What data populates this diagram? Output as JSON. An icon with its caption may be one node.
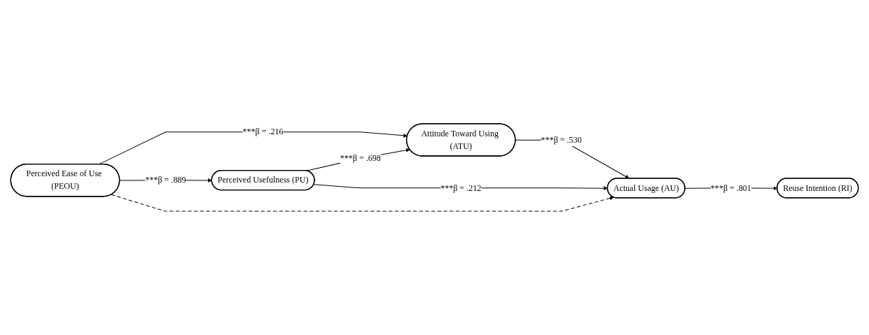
{
  "diagram": {
    "nodes": [
      {
        "text": [
          "Perceived Ease of Use (PEOU)"
        ]
      },
      {
        "text": [
          "Perceived Usefulness (PU)"
        ]
      },
      {
        "text": [
          "Attitude Toward Using (ATU)"
        ]
      },
      {
        "text": [
          "Actual Usage (AU)"
        ]
      },
      {
        "text": [
          "Reuse Intention (RI)"
        ]
      }
    ],
    "edges": [
      {
        "from": 0,
        "to": 2,
        "arrow": "to",
        "label": "***β = .216"
      },
      {
        "from": 0,
        "to": 1,
        "arrow": "to",
        "label": "***β = .889"
      },
      {
        "from": 1,
        "to": 2,
        "arrow": "to",
        "label": "***β = .698"
      },
      {
        "from": 1,
        "to": 3,
        "arrow": "to",
        "label": "***β = .212"
      },
      {
        "from": 0,
        "to": 3,
        "arrow": "to",
        "style": "dashed"
      },
      {
        "from": 2,
        "to": 3,
        "arrow": "to",
        "label": "***β = .530"
      },
      {
        "from": 3,
        "to": 4,
        "arrow": "to",
        "label": "***β = .801"
      }
    ]
  }
}
